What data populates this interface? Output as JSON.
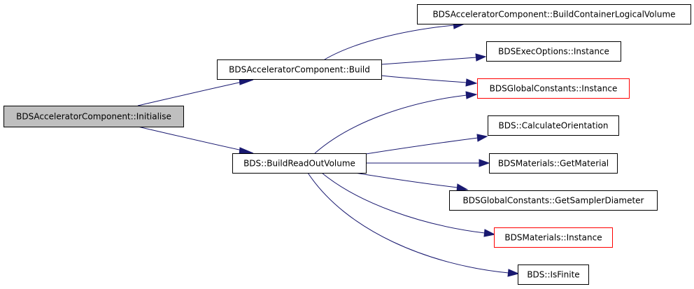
{
  "graph": {
    "nodes": [
      {
        "id": "initialise",
        "label": "BDSAcceleratorComponent::Initialise",
        "root": true,
        "truncated": false
      },
      {
        "id": "build",
        "label": "BDSAcceleratorComponent::Build",
        "root": false,
        "truncated": false
      },
      {
        "id": "buildreadout",
        "label": "BDS::BuildReadOutVolume",
        "root": false,
        "truncated": false
      },
      {
        "id": "buildcontainer",
        "label": "BDSAcceleratorComponent::BuildContainerLogicalVolume",
        "root": false,
        "truncated": false
      },
      {
        "id": "execoptions",
        "label": "BDSExecOptions::Instance",
        "root": false,
        "truncated": false
      },
      {
        "id": "globalconstants",
        "label": "BDSGlobalConstants::Instance",
        "root": false,
        "truncated": true
      },
      {
        "id": "calcorient",
        "label": "BDS::CalculateOrientation",
        "root": false,
        "truncated": false
      },
      {
        "id": "getmaterial",
        "label": "BDSMaterials::GetMaterial",
        "root": false,
        "truncated": false
      },
      {
        "id": "samplerdiam",
        "label": "BDSGlobalConstants::GetSamplerDiameter",
        "root": false,
        "truncated": false
      },
      {
        "id": "materialsinst",
        "label": "BDSMaterials::Instance",
        "root": false,
        "truncated": true
      },
      {
        "id": "isfinite",
        "label": "BDS::IsFinite",
        "root": false,
        "truncated": false
      }
    ],
    "edges": [
      {
        "from": "initialise",
        "to": "build"
      },
      {
        "from": "initialise",
        "to": "buildreadout"
      },
      {
        "from": "build",
        "to": "buildcontainer"
      },
      {
        "from": "build",
        "to": "execoptions"
      },
      {
        "from": "build",
        "to": "globalconstants"
      },
      {
        "from": "buildreadout",
        "to": "globalconstants"
      },
      {
        "from": "buildreadout",
        "to": "calcorient"
      },
      {
        "from": "buildreadout",
        "to": "getmaterial"
      },
      {
        "from": "buildreadout",
        "to": "samplerdiam"
      },
      {
        "from": "buildreadout",
        "to": "materialsinst"
      },
      {
        "from": "buildreadout",
        "to": "isfinite"
      }
    ],
    "colors": {
      "edge": "#191970",
      "root_fill": "#bfbfbf",
      "truncated_border": "#ff0000",
      "border": "#000000"
    }
  }
}
